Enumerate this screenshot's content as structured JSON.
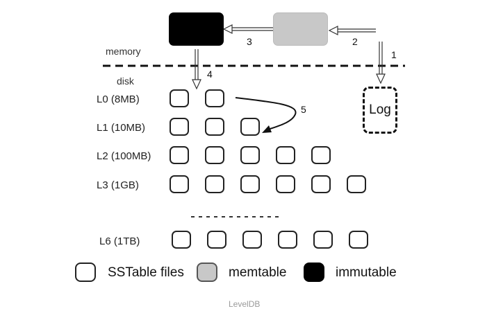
{
  "regions": {
    "memory": "memory",
    "disk": "disk"
  },
  "steps": {
    "s1": "1",
    "s2": "2",
    "s3": "3",
    "s4": "4",
    "s5": "5"
  },
  "log_label": "Log",
  "levels": [
    {
      "label": "L0 (8MB)",
      "files": 2
    },
    {
      "label": "L1 (10MB)",
      "files": 3
    },
    {
      "label": "L2 (100MB)",
      "files": 5
    },
    {
      "label": "L3 (1GB)",
      "files": 6
    },
    {
      "label": "L6 (1TB)",
      "files": 6
    }
  ],
  "legend": {
    "sstable": "SSTable files",
    "memtable": "memtable",
    "immutable": "immutable"
  },
  "caption": "LevelDB",
  "colors": {
    "memtable": "#c8c8c8",
    "immutable": "#000000"
  }
}
